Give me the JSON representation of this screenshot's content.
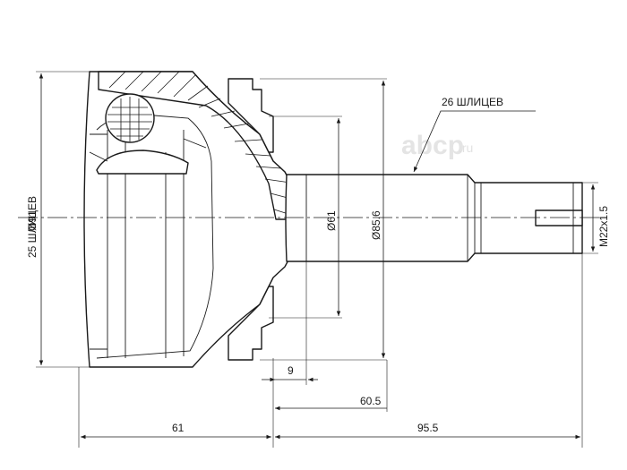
{
  "labels": {
    "outer_splines": "25 ШЛИЦЕВ",
    "outer_diameter": "Ø91",
    "inner_splines": "26 ШЛИЦЕВ",
    "diameter_61": "Ø61",
    "diameter_85_6": "Ø85.6",
    "thread": "M22x1.5",
    "dim_9": "9",
    "dim_60_5": "60.5",
    "dim_61": "61",
    "dim_95_5": "95.5"
  },
  "watermark": {
    "brand": "abcp",
    "domain": ".ru"
  }
}
